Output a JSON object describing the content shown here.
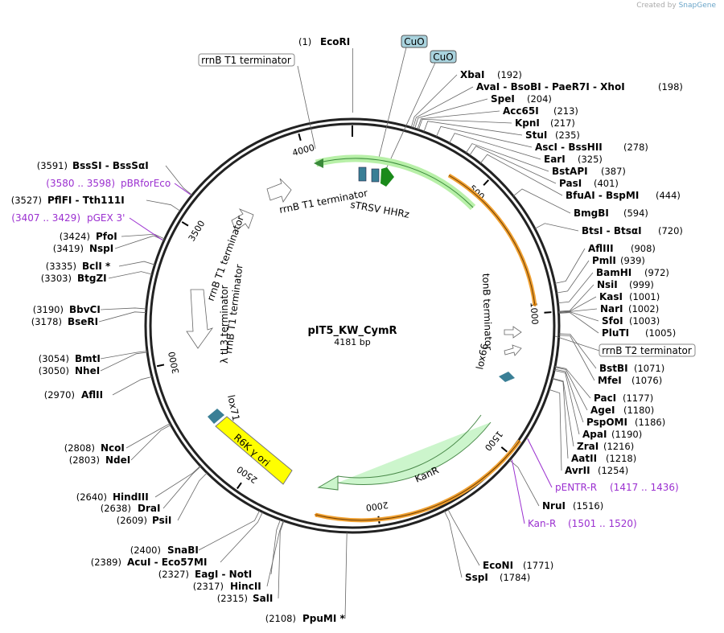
{
  "credit": {
    "prefix": "Created by",
    "brand": "SnapGene"
  },
  "plasmid": {
    "name": "pIT5_KW_CymR",
    "length_label": "4181 bp",
    "length": 4181
  },
  "ticks": [
    "500",
    "1000",
    "1500",
    "2000",
    "2500",
    "3000",
    "3500",
    "4000"
  ],
  "sites": [
    {
      "name": "EcoRI",
      "pos": "(1)",
      "side": "right-posfirst"
    },
    {
      "name": "XbaI",
      "pos": "(192)"
    },
    {
      "name": "AvaI  -  BsoBI  -  PaeR7I  -  XhoI",
      "pos": "(198)"
    },
    {
      "name": "SpeI",
      "pos": "(204)"
    },
    {
      "name": "Acc65I",
      "pos": "(213)"
    },
    {
      "name": "KpnI",
      "pos": "(217)"
    },
    {
      "name": "StuI",
      "pos": "(235)"
    },
    {
      "name": "AscI  -  BssHII",
      "pos": "(278)"
    },
    {
      "name": "EarI",
      "pos": "(325)"
    },
    {
      "name": "BstAPI",
      "pos": "(387)"
    },
    {
      "name": "PasI",
      "pos": "(401)"
    },
    {
      "name": "BfuAI  -  BspMI",
      "pos": "(444)"
    },
    {
      "name": "BmgBI",
      "pos": "(594)"
    },
    {
      "name": "BtsI  -  BtsαI",
      "pos": "(720)"
    },
    {
      "name": "AflIII",
      "pos": "(908)"
    },
    {
      "name": "PmlI",
      "pos": "(939)"
    },
    {
      "name": "BamHI",
      "pos": "(972)"
    },
    {
      "name": "NsiI",
      "pos": "(999)"
    },
    {
      "name": "KasI",
      "pos": "(1001)"
    },
    {
      "name": "NarI",
      "pos": "(1002)"
    },
    {
      "name": "SfoI",
      "pos": "(1003)"
    },
    {
      "name": "PluTI",
      "pos": "(1005)"
    },
    {
      "name": "BstBI",
      "pos": "(1071)"
    },
    {
      "name": "MfeI",
      "pos": "(1076)"
    },
    {
      "name": "PacI",
      "pos": "(1177)"
    },
    {
      "name": "AgeI",
      "pos": "(1180)"
    },
    {
      "name": "PspOMI",
      "pos": "(1186)"
    },
    {
      "name": "ApaI",
      "pos": "(1190)"
    },
    {
      "name": "ZraI",
      "pos": "(1216)"
    },
    {
      "name": "AatII",
      "pos": "(1218)"
    },
    {
      "name": "AvrII",
      "pos": "(1254)"
    },
    {
      "name": "NruI",
      "pos": "(1516)"
    },
    {
      "name": "EcoNI",
      "pos": "(1771)"
    },
    {
      "name": "SspI",
      "pos": "(1784)"
    },
    {
      "name": "PpuMI *",
      "pos": "(2108)"
    },
    {
      "name": "SalI",
      "pos": "(2315)"
    },
    {
      "name": "HincII",
      "pos": "(2317)"
    },
    {
      "name": "EagI  -  NotI",
      "pos": "(2327)"
    },
    {
      "name": "AcuI  -  Eco57MI",
      "pos": "(2389)"
    },
    {
      "name": "SnaBI",
      "pos": "(2400)"
    },
    {
      "name": "PsiI",
      "pos": "(2609)"
    },
    {
      "name": "DraI",
      "pos": "(2638)"
    },
    {
      "name": "HindIII",
      "pos": "(2640)"
    },
    {
      "name": "NdeI",
      "pos": "(2803)"
    },
    {
      "name": "NcoI",
      "pos": "(2808)"
    },
    {
      "name": "AflII",
      "pos": "(2970)"
    },
    {
      "name": "NheI",
      "pos": "(3050)"
    },
    {
      "name": "BmtI",
      "pos": "(3054)"
    },
    {
      "name": "BseRI",
      "pos": "(3178)"
    },
    {
      "name": "BbvCI",
      "pos": "(3190)"
    },
    {
      "name": "BtgZI",
      "pos": "(3303)"
    },
    {
      "name": "BclI *",
      "pos": "(3335)"
    },
    {
      "name": "NspI",
      "pos": "(3419)"
    },
    {
      "name": "PfoI",
      "pos": "(3424)"
    },
    {
      "name": "PflFI  -  Tth111I",
      "pos": "(3527)"
    },
    {
      "name": "BssSI  -  BssSαI",
      "pos": "(3591)"
    }
  ],
  "primers": [
    {
      "name": "pBRforEco",
      "range": "(3580 .. 3598)"
    },
    {
      "name": "pGEX 3'",
      "range": "(3407 .. 3429)"
    },
    {
      "name": "pENTR-R",
      "range": "(1417 .. 1436)"
    },
    {
      "name": "Kan-R",
      "range": "(1501 .. 1520)"
    }
  ],
  "boxed_labels": [
    "rrnB T1 terminator",
    "CuO",
    "CuO",
    "rrnB T2 terminator"
  ],
  "features": {
    "rrnB_T1_a": "rrnB T1 terminator",
    "rrnB_T1_b": "rrnB T1 terminator",
    "rrnB_T1_c": "rrnB T1 terminator",
    "lambda_tL3": "λ tL3 terminator",
    "sTRSV": "sTRSV HHRz",
    "tonB": "tonB terminator",
    "lox66": "lox66",
    "lox71": "lox71",
    "KanR": "KanR",
    "R6K": "R6K γ ori"
  },
  "colors": {
    "primer": "#9b30d0",
    "cuo_box": "#a9d3de",
    "green_arrow": "#ccf5cc",
    "orange_arrow": "#f0a030",
    "yellow_feature": "#ffff00",
    "teal": "#3a7f96"
  }
}
